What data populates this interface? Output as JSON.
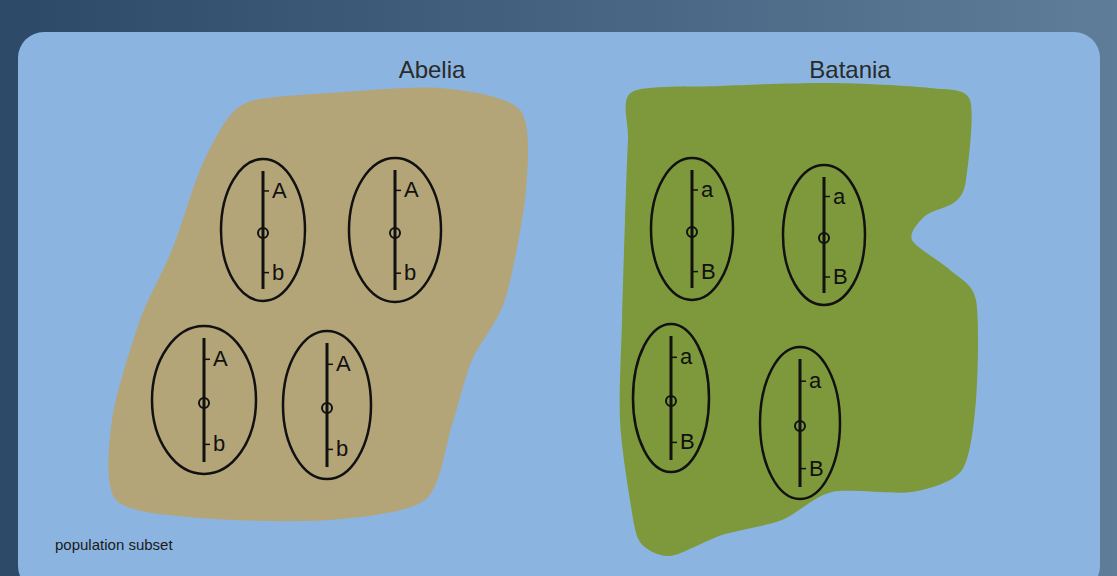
{
  "diagram": {
    "nodes": [
      {
        "text": [
          "Abelia"
        ]
      },
      {
        "text": [
          "A",
          "b"
        ],
        "in": 0
      },
      {
        "text": [
          "A",
          "b"
        ],
        "in": 0
      },
      {
        "text": [
          "A",
          "b"
        ],
        "in": 0
      },
      {
        "text": [
          "A",
          "b"
        ],
        "in": 0
      },
      {
        "text": [
          "Batania"
        ]
      },
      {
        "text": [
          "a",
          "B"
        ],
        "in": 5
      },
      {
        "text": [
          "a",
          "B"
        ],
        "in": 5
      },
      {
        "text": [
          "a",
          "B"
        ],
        "in": 5
      },
      {
        "text": [
          "a",
          "B"
        ],
        "in": 5
      }
    ],
    "labels": [
      "population subset"
    ]
  }
}
